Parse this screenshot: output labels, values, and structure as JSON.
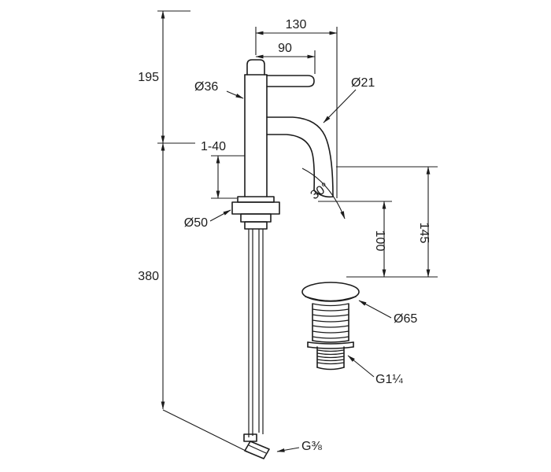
{
  "diagram": {
    "background": "#ffffff",
    "line_color": "#1c1c1c",
    "labels": {
      "spout_reach": "130",
      "handle_length": "90",
      "fixture_height": "195",
      "body_diameter": "Ø36",
      "spout_diameter": "Ø21",
      "mounting_range": "1-40",
      "spout_angle": "30°",
      "base_diameter": "Ø50",
      "outlet_height_inner": "100",
      "outlet_height_outer": "145",
      "hose_length": "380",
      "waste_cap_diameter": "Ø65",
      "waste_thread": "G1¼",
      "supply_thread": "G⅜"
    }
  }
}
